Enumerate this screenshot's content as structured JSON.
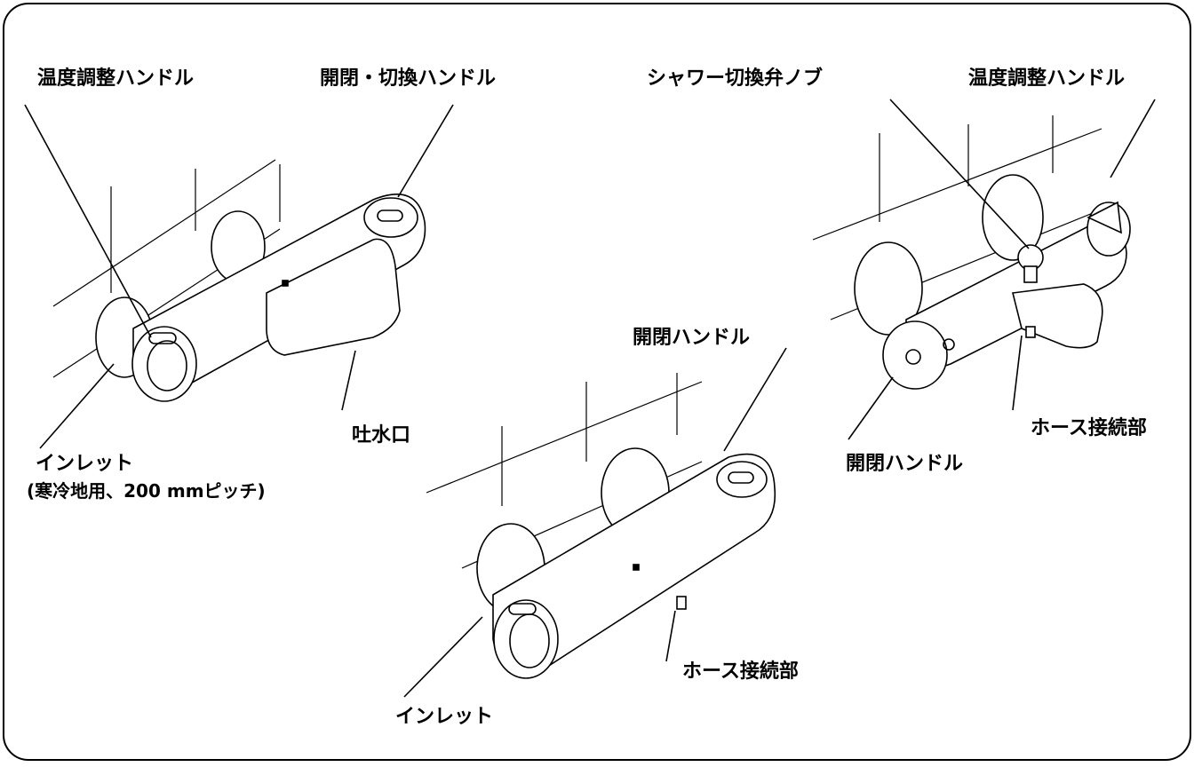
{
  "colors": {
    "line": "#000000",
    "background": "#ffffff"
  },
  "labels": {
    "left_temp_handle": "温度調整ハンドル",
    "left_open_switch_handle": "開閉・切換ハンドル",
    "left_spout": "吐水口",
    "left_inlet": "インレット",
    "left_inlet_note": "(寒冷地用、200 mmピッチ)",
    "center_open_handle": "開閉ハンドル",
    "center_hose": "ホース接続部",
    "center_inlet": "インレット",
    "right_shower_knob": "シャワー切換弁ノブ",
    "right_temp_handle": "温度調整ハンドル",
    "right_open_handle": "開閉ハンドル",
    "right_hose": "ホース接続部"
  }
}
